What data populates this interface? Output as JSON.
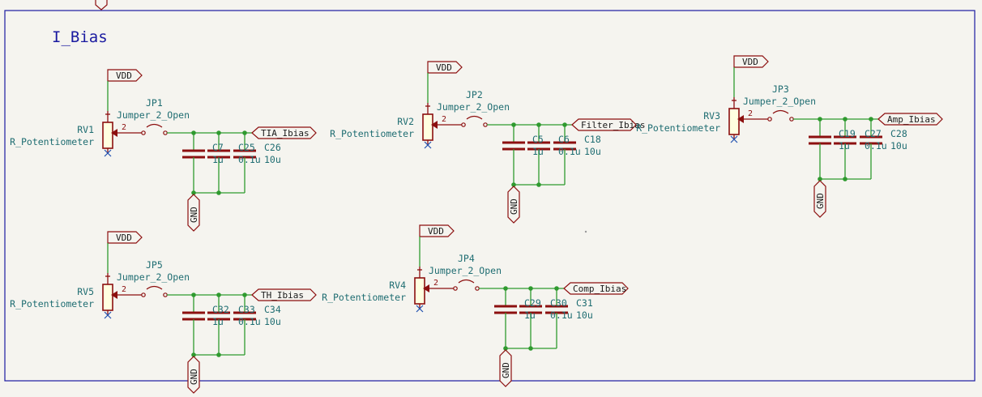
{
  "sheet": {
    "title": "I_Bias",
    "border_color": "#1a1aa0",
    "wire_color": "#2f9a2f",
    "symbol_color": "#8c0f0f",
    "text_color": "#1f6d72"
  },
  "power_labels": {
    "supply": "VDD",
    "ground": "GND"
  },
  "pins": {
    "wiper": "2"
  },
  "channels": [
    {
      "id": "tia",
      "pot": {
        "ref": "RV1",
        "value": "R_Potentiometer"
      },
      "jumper": {
        "ref": "JP1",
        "value": "Jumper_2_Open"
      },
      "net": "TIA_Ibias",
      "caps": [
        {
          "ref": "C7",
          "value": "1u"
        },
        {
          "ref": "C25",
          "value": "0.1u"
        },
        {
          "ref": "C26",
          "value": "10u"
        }
      ]
    },
    {
      "id": "filter",
      "pot": {
        "ref": "RV2",
        "value": "R_Potentiometer"
      },
      "jumper": {
        "ref": "JP2",
        "value": "Jumper_2_Open"
      },
      "net": "Filter_Ibias",
      "caps": [
        {
          "ref": "C5",
          "value": "1u"
        },
        {
          "ref": "C6",
          "value": "0.1u"
        },
        {
          "ref": "C18",
          "value": "10u"
        }
      ]
    },
    {
      "id": "amp",
      "pot": {
        "ref": "RV3",
        "value": "R_Potentiometer"
      },
      "jumper": {
        "ref": "JP3",
        "value": "Jumper_2_Open"
      },
      "net": "Amp_Ibias",
      "caps": [
        {
          "ref": "C19",
          "value": "1u"
        },
        {
          "ref": "C27",
          "value": "0.1u"
        },
        {
          "ref": "C28",
          "value": "10u"
        }
      ]
    },
    {
      "id": "th",
      "pot": {
        "ref": "RV5",
        "value": "R_Potentiometer"
      },
      "jumper": {
        "ref": "JP5",
        "value": "Jumper_2_Open"
      },
      "net": "TH_Ibias",
      "caps": [
        {
          "ref": "C32",
          "value": "1u"
        },
        {
          "ref": "C33",
          "value": "0.1u"
        },
        {
          "ref": "C34",
          "value": "10u"
        }
      ]
    },
    {
      "id": "comp",
      "pot": {
        "ref": "RV4",
        "value": "R_Potentiometer"
      },
      "jumper": {
        "ref": "JP4",
        "value": "Jumper_2_Open"
      },
      "net": "Comp_Ibias",
      "caps": [
        {
          "ref": "C29",
          "value": "1u"
        },
        {
          "ref": "C30",
          "value": "0.1u"
        },
        {
          "ref": "C31",
          "value": "10u"
        }
      ]
    }
  ]
}
